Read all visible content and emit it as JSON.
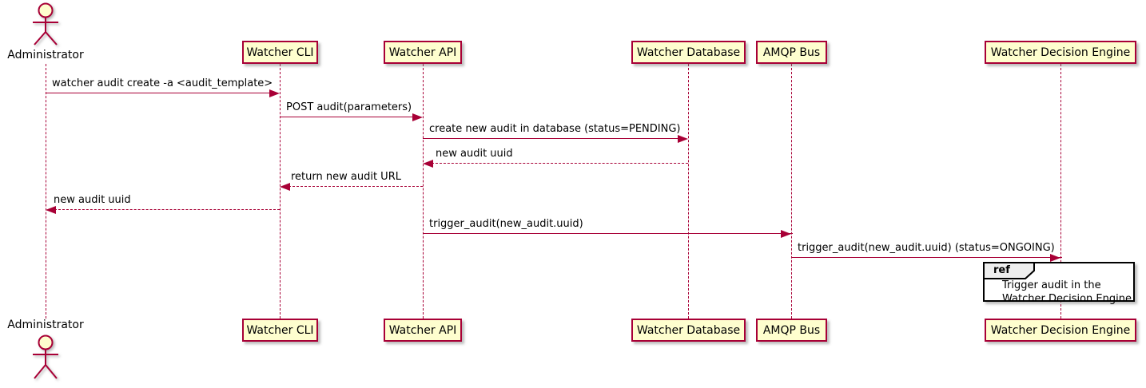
{
  "colors": {
    "participant_fill": "#FEFECE",
    "line_color": "#A80036",
    "text_color": "#000000",
    "ref_fill": "#FFFFFF",
    "ref_tab_fill": "#EEEEEE",
    "ref_border": "#000000"
  },
  "actor": {
    "label": "Administrator"
  },
  "participants": [
    {
      "label": "Watcher CLI"
    },
    {
      "label": "Watcher API"
    },
    {
      "label": "Watcher Database"
    },
    {
      "label": "AMQP Bus"
    },
    {
      "label": "Watcher Decision Engine"
    }
  ],
  "messages": [
    {
      "text": "watcher audit create -a <audit_template>",
      "from": "Administrator",
      "to": "Watcher CLI",
      "style": "solid"
    },
    {
      "text": "POST audit(parameters)",
      "from": "Watcher CLI",
      "to": "Watcher API",
      "style": "solid"
    },
    {
      "text": "create new audit in database (status=PENDING)",
      "from": "Watcher API",
      "to": "Watcher Database",
      "style": "solid"
    },
    {
      "text": "new audit uuid",
      "from": "Watcher Database",
      "to": "Watcher API",
      "style": "dashed"
    },
    {
      "text": "return new audit URL",
      "from": "Watcher API",
      "to": "Watcher CLI",
      "style": "dashed"
    },
    {
      "text": "new audit uuid",
      "from": "Watcher CLI",
      "to": "Administrator",
      "style": "dashed"
    },
    {
      "text": "trigger_audit(new_audit.uuid)",
      "from": "Watcher API",
      "to": "AMQP Bus",
      "style": "solid"
    },
    {
      "text": "trigger_audit(new_audit.uuid) (status=ONGOING)",
      "from": "AMQP Bus",
      "to": "Watcher Decision Engine",
      "style": "solid"
    }
  ],
  "ref": {
    "keyword": "ref",
    "line1": "Trigger audit in the",
    "line2": "Watcher Decision Engine"
  }
}
